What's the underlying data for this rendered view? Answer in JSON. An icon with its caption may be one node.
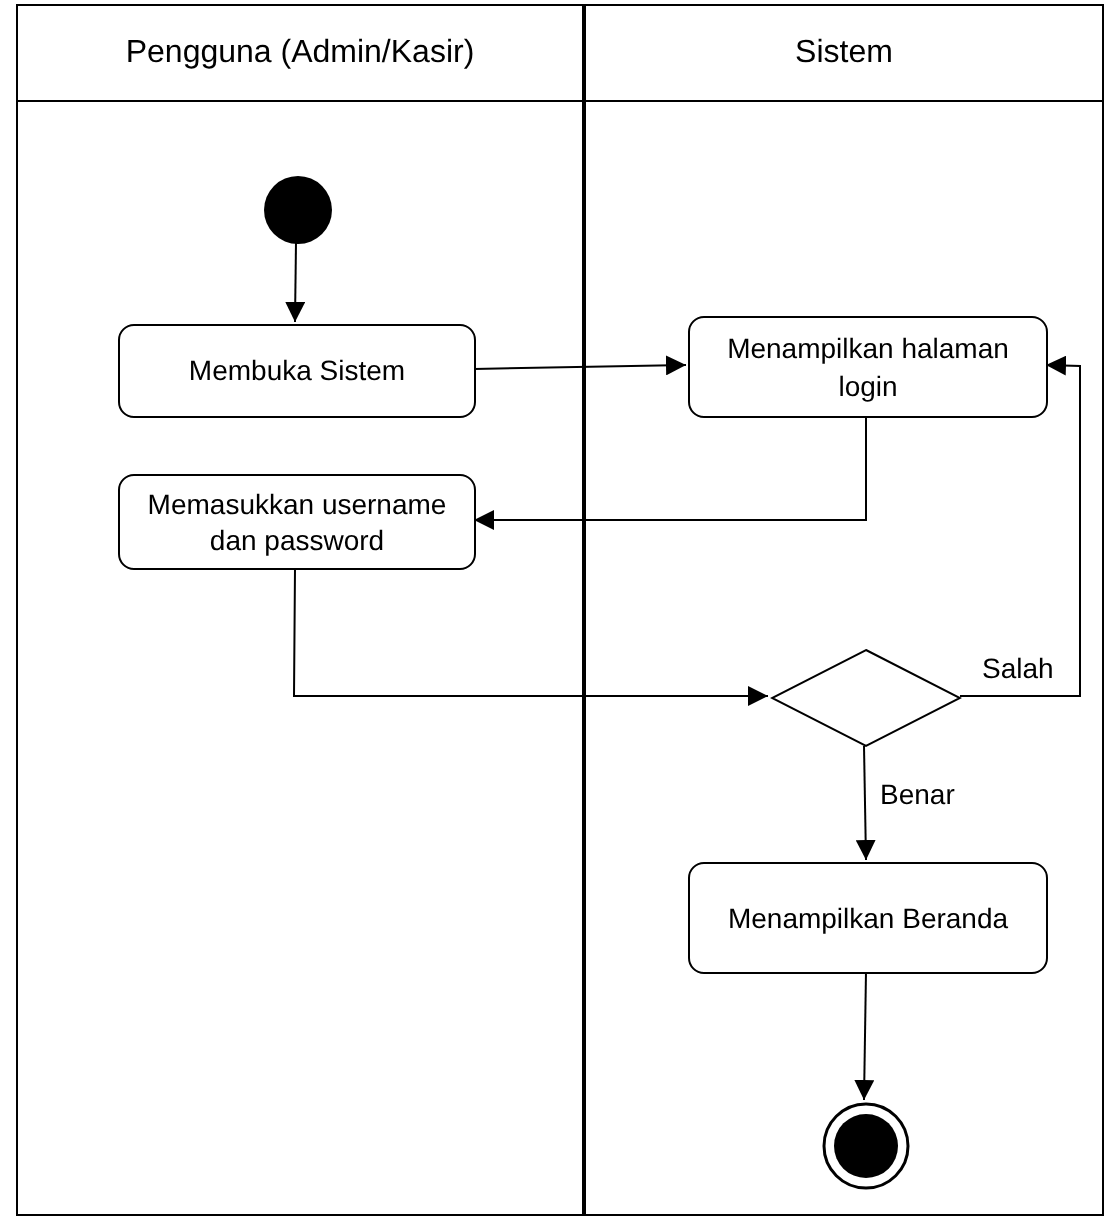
{
  "diagram": {
    "nodes": [
      {
        "text": [
          "Pengguna (Admin/Kasir)"
        ]
      },
      {
        "text": [
          "Sistem"
        ]
      },
      {
        "text": [],
        "shape": "circle",
        "in": 0
      },
      {
        "text": [
          "Membuka Sistem"
        ],
        "in": 0
      },
      {
        "text": [
          "Menampilkan halaman login"
        ],
        "in": 1
      },
      {
        "text": [
          "Memasukkan username dan password"
        ],
        "in": 0
      },
      {
        "text": [],
        "shape": "diamond",
        "in": 1
      },
      {
        "text": [
          "Menampilkan Beranda"
        ],
        "in": 1
      },
      {
        "text": [],
        "shape": "circle",
        "in": 1
      }
    ],
    "edges": [
      {
        "from": 2,
        "to": 3,
        "arrow": "to"
      },
      {
        "from": 3,
        "to": 4,
        "arrow": "to"
      },
      {
        "from": 4,
        "to": 5,
        "arrow": "to"
      },
      {
        "from": 5,
        "to": 6,
        "arrow": "to"
      },
      {
        "from": 6,
        "to": 4,
        "arrow": "to",
        "label": "Salah"
      },
      {
        "from": 6,
        "to": 7,
        "arrow": "to",
        "label": "Benar"
      },
      {
        "from": 7,
        "to": 8,
        "arrow": "to"
      }
    ]
  }
}
